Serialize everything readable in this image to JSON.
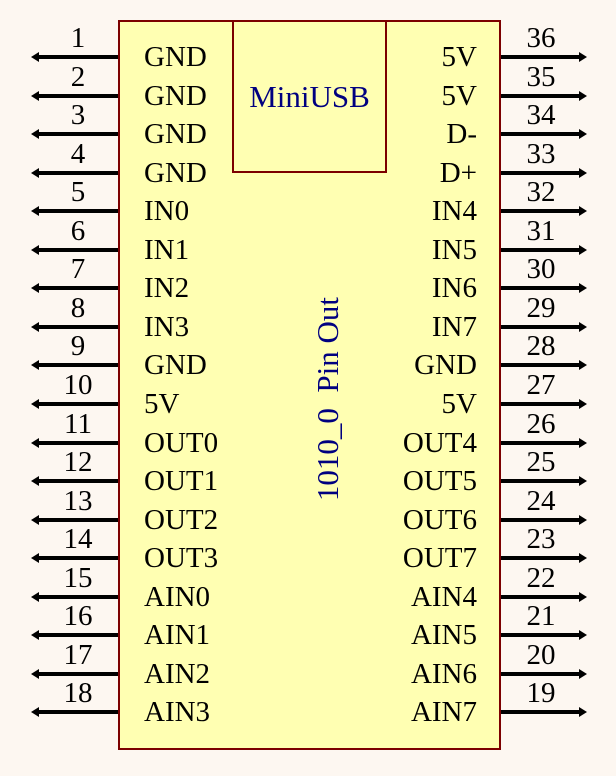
{
  "diagram": {
    "usb_label": "MiniUSB",
    "vertical_title": "1010_0  Pin Out",
    "colors": {
      "background": "#FDF7F1",
      "chip_fill": "#FFFFB2",
      "chip_border": "#7C0000",
      "navy_text": "#000080",
      "pin_color": "#000000"
    },
    "left_pins": [
      {
        "number": "1",
        "label": "GND"
      },
      {
        "number": "2",
        "label": "GND"
      },
      {
        "number": "3",
        "label": "GND"
      },
      {
        "number": "4",
        "label": "GND"
      },
      {
        "number": "5",
        "label": "IN0"
      },
      {
        "number": "6",
        "label": "IN1"
      },
      {
        "number": "7",
        "label": "IN2"
      },
      {
        "number": "8",
        "label": "IN3"
      },
      {
        "number": "9",
        "label": "GND"
      },
      {
        "number": "10",
        "label": "5V"
      },
      {
        "number": "11",
        "label": "OUT0"
      },
      {
        "number": "12",
        "label": "OUT1"
      },
      {
        "number": "13",
        "label": "OUT2"
      },
      {
        "number": "14",
        "label": "OUT3"
      },
      {
        "number": "15",
        "label": "AIN0"
      },
      {
        "number": "16",
        "label": "AIN1"
      },
      {
        "number": "17",
        "label": "AIN2"
      },
      {
        "number": "18",
        "label": "AIN3"
      }
    ],
    "right_pins": [
      {
        "number": "36",
        "label": "5V"
      },
      {
        "number": "35",
        "label": "5V"
      },
      {
        "number": "34",
        "label": "D-"
      },
      {
        "number": "33",
        "label": "D+"
      },
      {
        "number": "32",
        "label": "IN4"
      },
      {
        "number": "31",
        "label": "IN5"
      },
      {
        "number": "30",
        "label": "IN6"
      },
      {
        "number": "29",
        "label": "IN7"
      },
      {
        "number": "28",
        "label": "GND"
      },
      {
        "number": "27",
        "label": "5V"
      },
      {
        "number": "26",
        "label": "OUT4"
      },
      {
        "number": "25",
        "label": "OUT5"
      },
      {
        "number": "24",
        "label": "OUT6"
      },
      {
        "number": "23",
        "label": "OUT7"
      },
      {
        "number": "22",
        "label": "AIN4"
      },
      {
        "number": "21",
        "label": "AIN5"
      },
      {
        "number": "20",
        "label": "AIN6"
      },
      {
        "number": "19",
        "label": "AIN7"
      }
    ]
  }
}
